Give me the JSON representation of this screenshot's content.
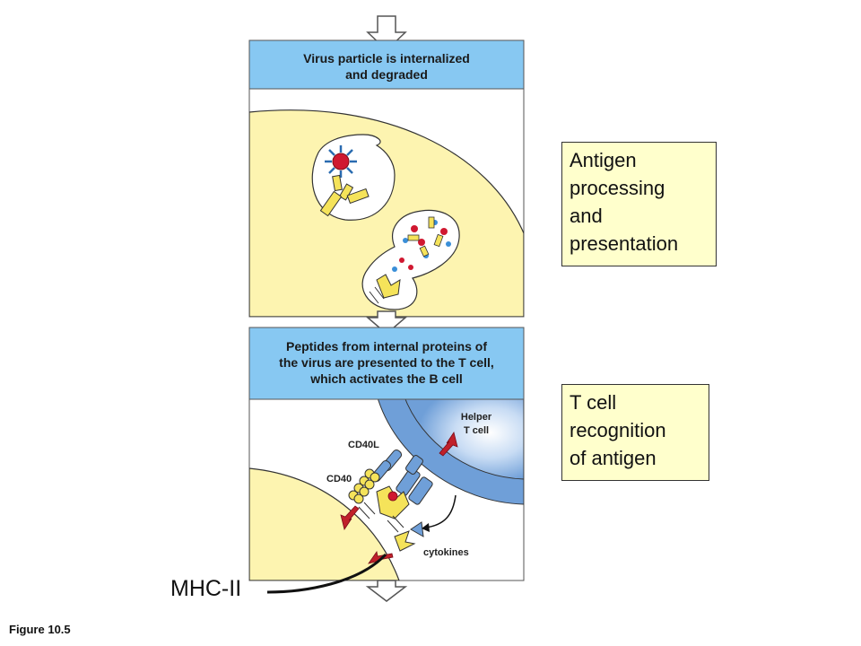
{
  "panel1": {
    "title_line1": "Virus particle is internalized",
    "title_line2": "and degraded"
  },
  "panel2": {
    "title_line1": "Peptides from internal proteins of",
    "title_line2": "the virus are presented to the T cell,",
    "title_line3": "which activates the B cell"
  },
  "side_box1": {
    "lines": [
      "Antigen",
      "processing",
      "and",
      "presentation"
    ]
  },
  "side_box2": {
    "lines": [
      "T cell",
      "recognition",
      "of antigen"
    ]
  },
  "labels": {
    "helper_line1": "Helper",
    "helper_line2": "T cell",
    "cd40l": "CD40L",
    "cd40": "CD40",
    "cytokines": "cytokines",
    "mhc": "MHC-II"
  },
  "caption": "Figure 10.5",
  "colors": {
    "header_blue": "#87c8f2",
    "cell_yellow": "#fdf4b0",
    "tcell_blue": "#6f9fd8",
    "arrow_red": "#c0202a",
    "virus_red": "#d01830",
    "spike_blue": "#2a6bb0"
  }
}
